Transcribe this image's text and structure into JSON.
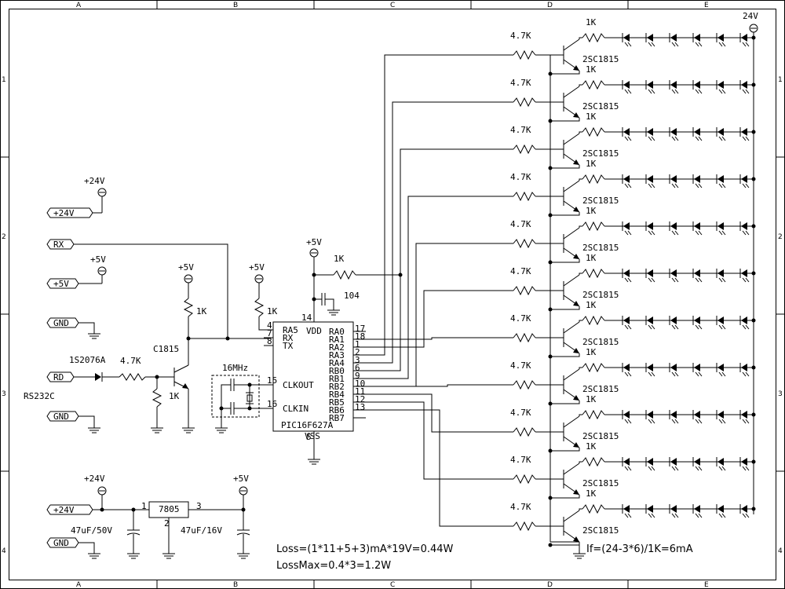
{
  "frame": {
    "cols": [
      "A",
      "B",
      "C",
      "D",
      "E"
    ],
    "rows": [
      "1",
      "2",
      "3",
      "4"
    ]
  },
  "ports": {
    "p24": "+24V",
    "rx": "RX",
    "p5": "+5V",
    "gnd1": "GND",
    "rd": "RD",
    "gnd2": "GND",
    "p24b": "+24V",
    "gnd3": "GND"
  },
  "rails": {
    "p24a": "+24V",
    "p5a": "+5V",
    "p5b": "+5V",
    "p5c": "+5V",
    "p5d": "+5V",
    "p24c": "+24V",
    "p5e": "+5V",
    "top24": "24V"
  },
  "parts": {
    "rs232c": "RS232C",
    "diode": "1S2076A",
    "r_in": "4.7K",
    "r_pull": "1K",
    "tr_in": "C1815",
    "r_emit": "1K",
    "r_rx": "1K",
    "crystal": "16MHz",
    "r_top": "1K",
    "cap": "104",
    "reg": "7805",
    "cap_in": "47uF/50V",
    "cap_out": "47uF/16V",
    "reg_pin1": "1",
    "reg_pin2": "2",
    "reg_pin3": "3"
  },
  "mcu": {
    "name": "PIC16F627A",
    "vdd": "VDD",
    "vss": "VSS",
    "pin14": "14",
    "pin5": "5",
    "left_pins": [
      {
        "num": "4",
        "name": "RA5"
      },
      {
        "num": "7",
        "name": "RX"
      },
      {
        "num": "8",
        "name": "TX"
      },
      {
        "num": "15",
        "name": "CLKOUT"
      },
      {
        "num": "16",
        "name": "CLKIN"
      }
    ],
    "right_pins": [
      {
        "name": "RA0",
        "num": "17"
      },
      {
        "name": "RA1",
        "num": "18"
      },
      {
        "name": "RA2",
        "num": "1"
      },
      {
        "name": "RA3",
        "num": "2"
      },
      {
        "name": "RA4",
        "num": "3"
      },
      {
        "name": "RB0",
        "num": "6"
      },
      {
        "name": "RB1",
        "num": "9"
      },
      {
        "name": "RB2",
        "num": "10"
      },
      {
        "name": "RB4",
        "num": "11"
      },
      {
        "name": "RB5",
        "num": "12"
      },
      {
        "name": "RB6",
        "num": "13"
      },
      {
        "name": "RB7",
        "num": ""
      }
    ]
  },
  "driver": {
    "r_base": "4.7K",
    "r_led": "1K",
    "transistor": "2SC1815",
    "channels": 11,
    "leds_per_channel": 6
  },
  "notes": {
    "loss": "Loss=(1*11+5+3)mA*19V=0.44W",
    "lossmax": "LossMax=0.4*3=1.2W",
    "if": "If=(24-3*6)/1K=6mA"
  }
}
